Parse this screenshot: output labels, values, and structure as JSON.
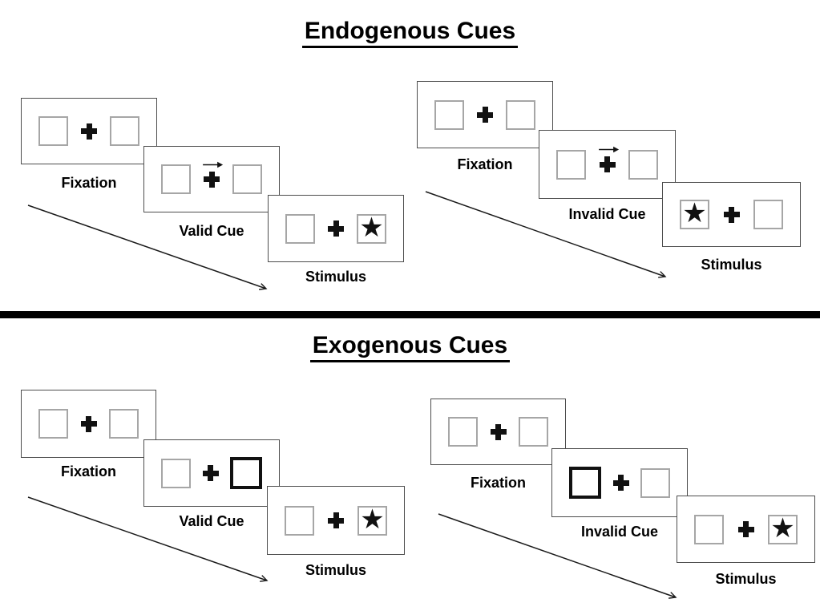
{
  "colors": {
    "background": "#ffffff",
    "panel_border": "#4d4d4d",
    "placeholder_box_border": "#a6a6a6",
    "cue_box_border": "#111111",
    "ink": "#111111",
    "divider": "#000000"
  },
  "glyphs": {
    "star": "★"
  },
  "sections": [
    {
      "title": "Endogenous Cues",
      "sequences": [
        {
          "name": "valid-trial",
          "panels": [
            {
              "label": "Fixation",
              "left_box": "empty",
              "center": "cross",
              "right_box": "empty"
            },
            {
              "label": "Valid Cue",
              "left_box": "empty",
              "center": "cross with right-pointing arrow above",
              "right_box": "empty"
            },
            {
              "label": "Stimulus",
              "left_box": "empty",
              "center": "cross",
              "right_box": "star"
            }
          ]
        },
        {
          "name": "invalid-trial",
          "panels": [
            {
              "label": "Fixation",
              "left_box": "empty",
              "center": "cross",
              "right_box": "empty"
            },
            {
              "label": "Invalid Cue",
              "left_box": "empty",
              "center": "cross with right-pointing arrow above",
              "right_box": "empty"
            },
            {
              "label": "Stimulus",
              "left_box": "star",
              "center": "cross",
              "right_box": "empty"
            }
          ]
        }
      ]
    },
    {
      "title": "Exogenous Cues",
      "sequences": [
        {
          "name": "valid-trial",
          "panels": [
            {
              "label": "Fixation",
              "left_box": "empty",
              "center": "cross",
              "right_box": "empty"
            },
            {
              "label": "Valid Cue",
              "left_box": "empty",
              "center": "cross",
              "right_box": "thick-outline-cue"
            },
            {
              "label": "Stimulus",
              "left_box": "empty",
              "center": "cross",
              "right_box": "star"
            }
          ]
        },
        {
          "name": "invalid-trial",
          "panels": [
            {
              "label": "Fixation",
              "left_box": "empty",
              "center": "cross",
              "right_box": "empty"
            },
            {
              "label": "Invalid Cue",
              "left_box": "thick-outline-cue",
              "center": "cross",
              "right_box": "empty"
            },
            {
              "label": "Stimulus",
              "left_box": "empty",
              "center": "cross",
              "right_box": "star"
            }
          ]
        }
      ]
    }
  ]
}
